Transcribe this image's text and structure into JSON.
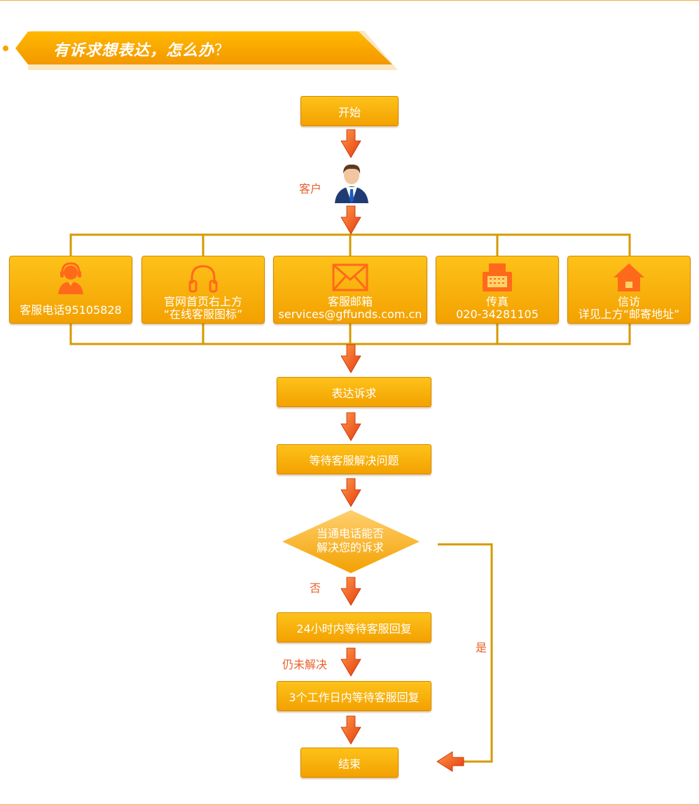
{
  "header": {
    "title": "有诉求想表达，怎么办",
    "title_mark": "？"
  },
  "flow": {
    "start": "开始",
    "customer_label": "客户",
    "channels": [
      {
        "icon": "headset-agent-icon",
        "lines": [
          "客服电话95105828"
        ]
      },
      {
        "icon": "headphones-icon",
        "lines": [
          "官网首页右上方",
          "“在线客服图标”"
        ]
      },
      {
        "icon": "envelope-icon",
        "lines": [
          "客服邮箱",
          "services@gffunds.com.cn"
        ]
      },
      {
        "icon": "fax-icon",
        "lines": [
          "传真",
          "020-34281105"
        ]
      },
      {
        "icon": "house-icon",
        "lines": [
          "信访",
          "详见上方“邮寄地址”"
        ]
      }
    ],
    "express": "表达诉求",
    "wait_service": "等待客服解决问题",
    "decision": [
      "当通电话能否",
      "解决您的诉求"
    ],
    "no_label": "否",
    "yes_label": "是",
    "wait_24h": "24小时内等待客服回复",
    "unresolved_label": "仍未解决",
    "wait_3days": "3个工作日内等待客服回复",
    "end": "结束"
  },
  "colors": {
    "box_fill": "#f7ad0a",
    "connector": "#d69a00",
    "arrow": "#f15a1e",
    "label_text": "#e8602a"
  }
}
